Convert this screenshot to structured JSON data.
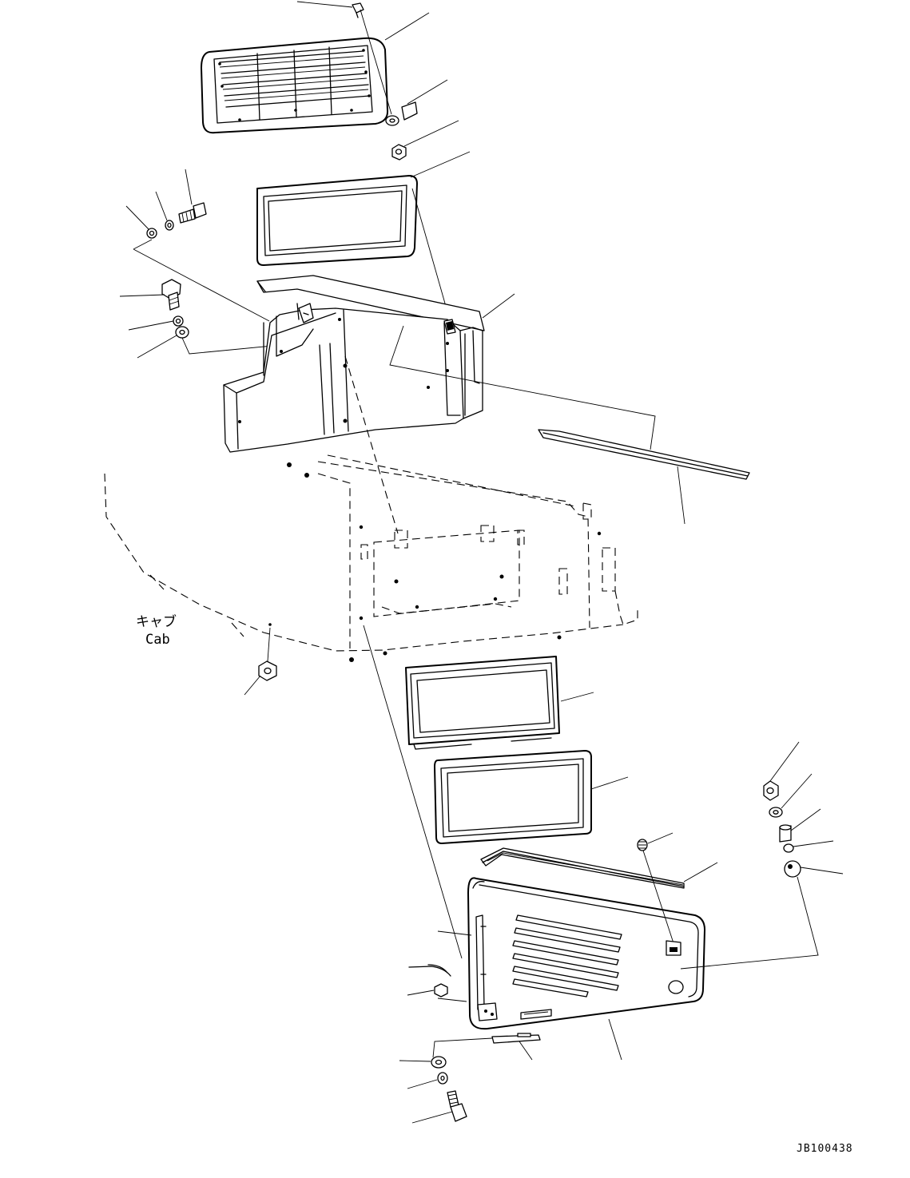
{
  "labels": {
    "cab_jp": "キャブ",
    "cab_en": "Cab"
  },
  "drawing_code": "JB100438"
}
